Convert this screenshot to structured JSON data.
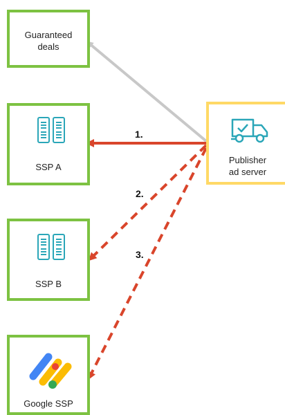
{
  "nodes": {
    "guaranteed": {
      "label": "Guaranteed\ndeals"
    },
    "ssp_a": {
      "label": "SSP A",
      "icon": "server-rack-icon"
    },
    "ssp_b": {
      "label": "SSP B",
      "icon": "server-rack-icon"
    },
    "google_ssp": {
      "label": "Google  SSP",
      "icon": "google-ad-manager-icon"
    },
    "publisher": {
      "label": "Publisher\nad server",
      "icon": "delivery-truck-icon"
    }
  },
  "steps": [
    {
      "number": "1.",
      "to": "ssp_a",
      "style": "solid"
    },
    {
      "number": "2.",
      "to": "ssp_b",
      "style": "dashed"
    },
    {
      "number": "3.",
      "to": "google_ssp",
      "style": "dashed"
    }
  ],
  "colors": {
    "node_border": "#7dc242",
    "publisher_border": "#ffd966",
    "request_arrow": "#d9452b",
    "guaranteed_arrow": "#c8c8c8",
    "icon_teal": "#2aa6b8"
  }
}
